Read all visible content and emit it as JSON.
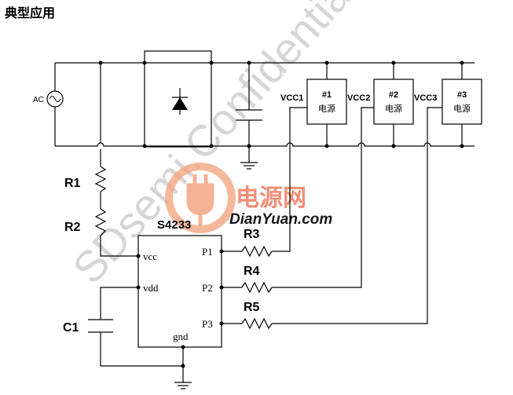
{
  "title": "典型应用",
  "watermark": {
    "text": "SDsemi.Confidential"
  },
  "logo": {
    "name": "电源网",
    "site": "DianYuan.com",
    "primary_color": "#e8482f",
    "secondary_color": "#f2a07a"
  },
  "ac_source": {
    "label": "AC"
  },
  "resistors": [
    "R1",
    "R2",
    "R3",
    "R4",
    "R5"
  ],
  "capacitor": {
    "label": "C1"
  },
  "ic": {
    "name": "S4233",
    "pins": {
      "vcc": "vcc",
      "vdd": "vdd",
      "gnd": "gnd",
      "p1": "P1",
      "p2": "P2",
      "p3": "P3"
    }
  },
  "supplies": [
    {
      "number": "#1",
      "name": "电源",
      "vcc_label": "VCC1"
    },
    {
      "number": "#2",
      "name": "电源",
      "vcc_label": "VCC2"
    },
    {
      "number": "#3",
      "name": "电源",
      "vcc_label": "VCC3"
    }
  ]
}
